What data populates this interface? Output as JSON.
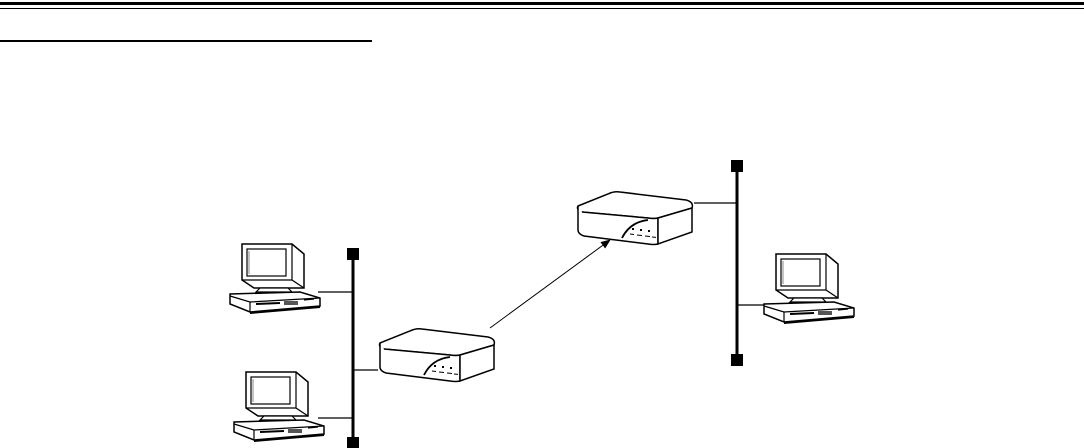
{
  "diagram": {
    "type": "network-topology",
    "networks": [
      {
        "id": "lan-left",
        "hosts": [
          "computer-1",
          "computer-2"
        ],
        "gateway": "router-left"
      },
      {
        "id": "lan-right",
        "hosts": [
          "computer-3"
        ],
        "gateway": "router-right"
      }
    ],
    "links": [
      {
        "from": "router-left",
        "to": "router-right",
        "style": "arrow"
      }
    ]
  }
}
